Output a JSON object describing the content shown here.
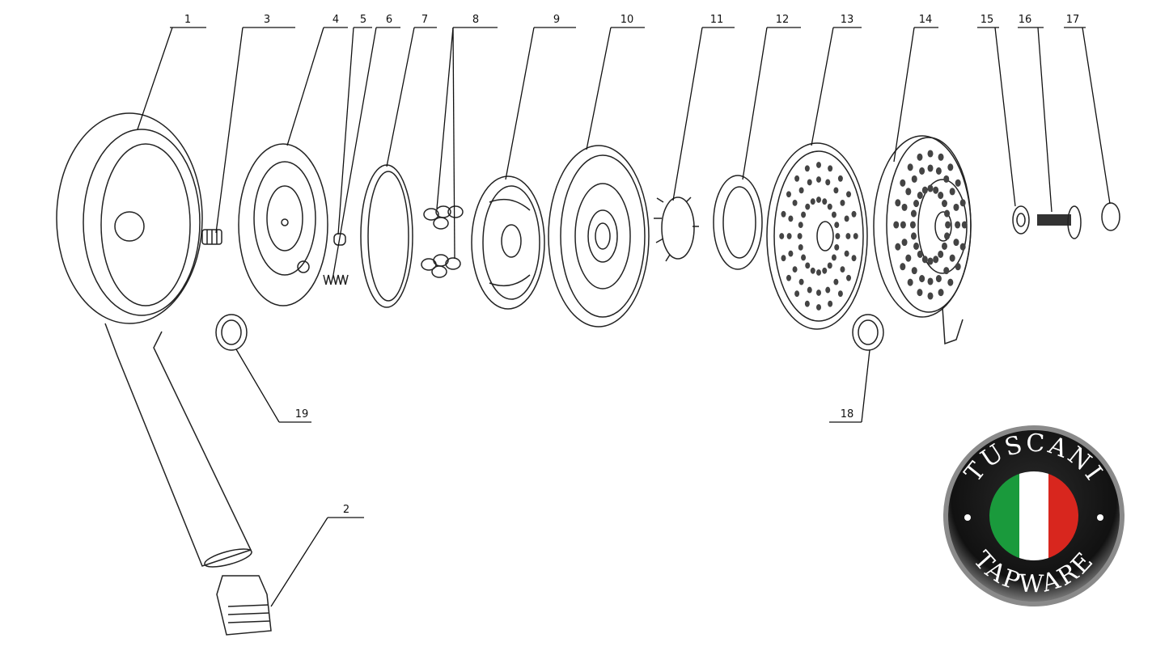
{
  "title": "Shower head exploded view",
  "part_labels": [
    "1",
    "2",
    "3",
    "4",
    "5",
    "6",
    "7",
    "8",
    "9",
    "10",
    "11",
    "12",
    "13",
    "14",
    "15",
    "16",
    "17",
    "18",
    "19"
  ],
  "logo": {
    "top_text": "TUSCANI",
    "bottom_text": "TAPWARE",
    "flag_colors": [
      "#1a9a3c",
      "#ffffff",
      "#d8261e"
    ],
    "ring_color": "#1a1a1a"
  }
}
